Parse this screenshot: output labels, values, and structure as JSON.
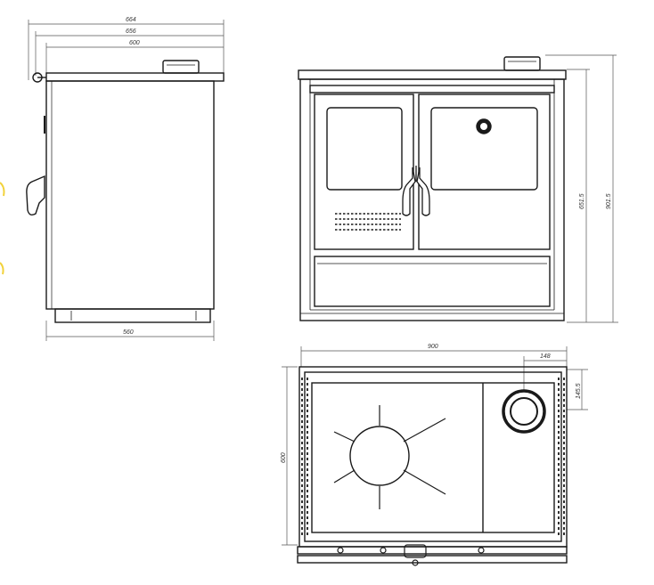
{
  "colors": {
    "line": "#1a1a1a",
    "dim": "#555555",
    "background": "#ffffff",
    "accent": "#f2d23b"
  },
  "side_view": {
    "dim_overall": "664",
    "dim_mid": "656",
    "dim_body": "600",
    "dim_base": "560"
  },
  "front_view": {
    "dim_height_oven": "651.5",
    "dim_height_total": "901.5"
  },
  "top_view": {
    "dim_width": "900",
    "dim_depth": "600",
    "dim_flue_offset": "148",
    "dim_flue_depth": "145.5"
  }
}
